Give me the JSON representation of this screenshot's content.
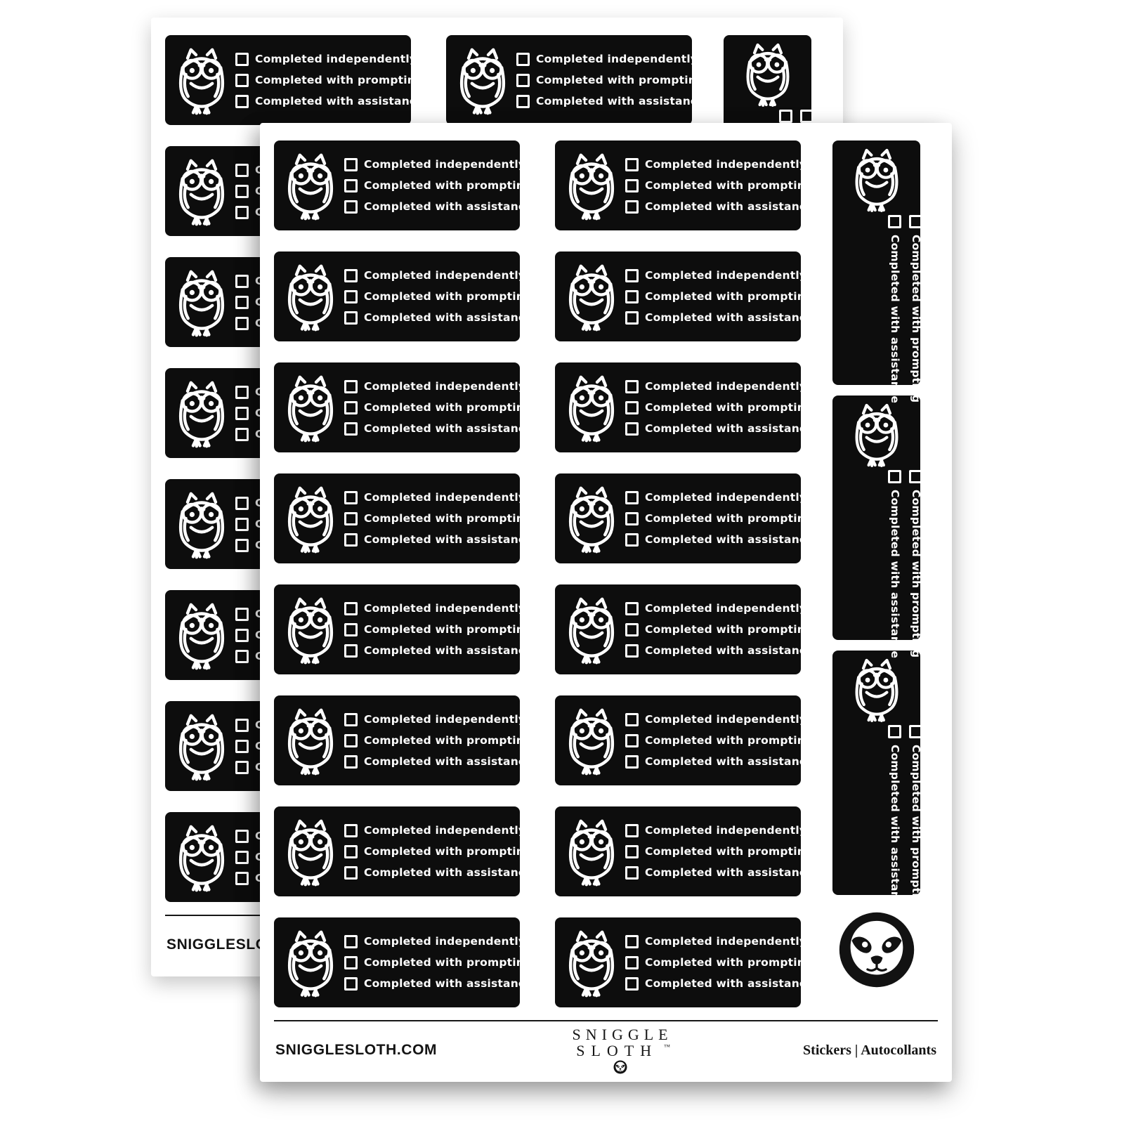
{
  "sticker": {
    "checklist": [
      "Completed independently",
      "Completed with prompting",
      "Completed with assistance"
    ]
  },
  "footer": {
    "website": "SNIGGLESLOTH.COM",
    "brand_line1": "SNIGGLE",
    "brand_line2": "SLOTH",
    "brand_tm": "™",
    "right_label": "Stickers | Autocollants"
  },
  "colors": {
    "sticker_bg": "#0d0d0d",
    "sticker_fg": "#ffffff",
    "sheet_bg": "#ffffff"
  }
}
